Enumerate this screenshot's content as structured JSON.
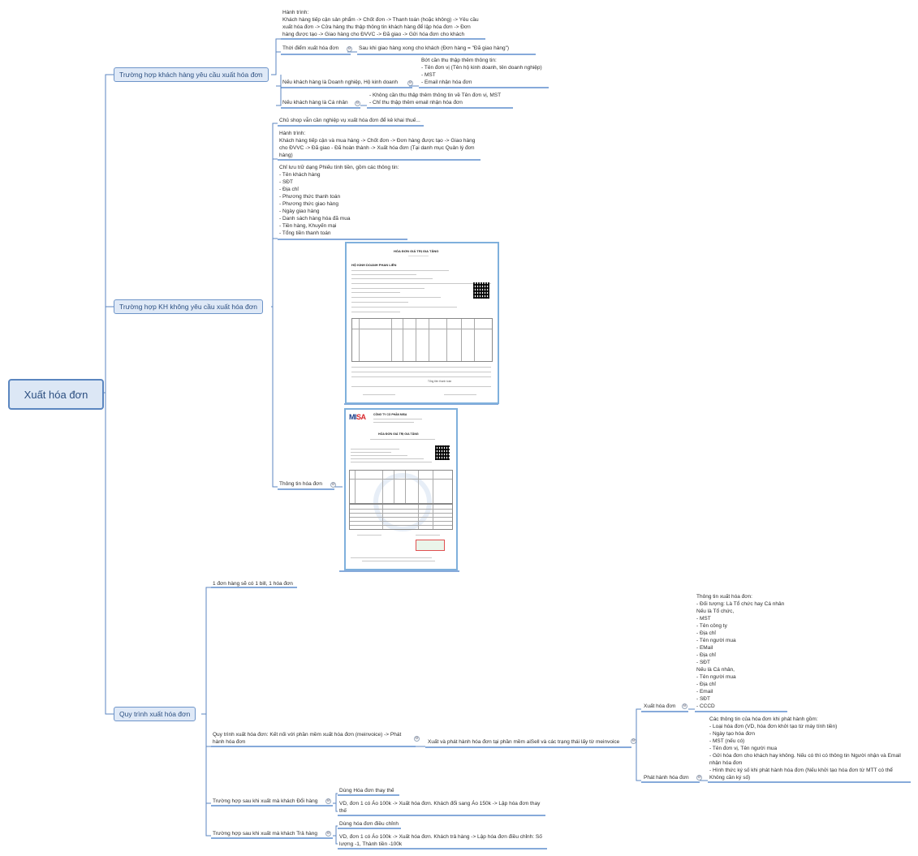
{
  "root": "Xuất hóa đơn",
  "branches": {
    "yeu_cau": "Trường hợp khách hàng yêu cầu xuất hóa đơn",
    "khong_yeu_cau": "Trường hợp KH không yêu cầu xuất hóa đơn",
    "quy_trinh": "Quy trình xuất hóa đơn"
  },
  "yeu_cau": {
    "hanh_trinh": "Hành trình:\nKhách hàng tiếp cận sản phẩm -> Chốt đơn -> Thanh toán (hoặc không) -> Yêu cầu\nxuất hóa đơn -> Cửa hàng thu thập thông tin khách hàng để lập hóa đơn -> Đơn\nhàng được tạo -> Giao hàng cho ĐVVC -> Đã giao -> Gửi hóa đơn cho khách",
    "thoi_diem": "Thời điểm xuất hóa đơn",
    "thoi_diem_value": "Sau khi giao hàng xong cho khách (Đơn hàng = \"Đã giao hàng\")",
    "doanh_nghiep": "Nếu khách hàng là Doanh nghiệp, Hộ kinh doanh",
    "doanh_nghiep_value": "Bớt cần thu thập thêm thông tin:\n- Tên đơn vị (Tên hộ kinh doanh, tên doanh nghiệp)\n- MST\n- Email nhận hóa đơn",
    "ca_nhan": "Nếu khách hàng là Cá nhân",
    "ca_nhan_value": "- Không cần thu thập thêm thông tin về Tên đơn vị, MST\n- Chỉ thu thập thêm email nhận hóa đơn"
  },
  "khong_yeu_cau": {
    "note": "Chủ shop vẫn cần nghiệp vụ xuất hóa đơn để kê khai thuế...",
    "hanh_trinh": "Hành trình:\nKhách hàng tiếp cận và mua hàng -> Chốt đơn -> Đơn hàng được tạo -> Giao hàng\ncho ĐVVC -> Đã giao - Đã hoàn thành -> Xuất hóa đơn (Tại danh mục Quản lý đơn\nhàng)",
    "luu_tru": "Chỉ lưu trữ dạng Phiếu tính tiền, gồm các thông tin:\n- Tên khách hàng\n- SĐT\n- Địa chỉ\n- Phương thức thanh toán\n- Phương thức giao hàng\n- Ngày giao hàng\n- Danh sách hàng hóa đã mua\n- Tiền hàng, Khuyến mại\n- Tổng tiền thanh toán",
    "thong_tin": "Thông tin hóa đơn",
    "invoice1": {
      "title": "HÓA ĐƠN GIÁ TRỊ GIA TĂNG",
      "seller": "HỘ KINH DOANH PHAN LIÊN",
      "total_label": "Tổng tiền thanh toán"
    },
    "invoice2": {
      "logo_main": "MI",
      "logo_accent": "SA",
      "company": "CÔNG TY CỔ PHẦN MISA",
      "title": "HÓA ĐƠN GIÁ TRỊ GIA TĂNG"
    }
  },
  "quy_trinh": {
    "bill": "1 đơn hàng sẽ có 1 bill, 1 hóa đơn",
    "meinvoice": "Quy trình xuất hóa đơn: Kết nối với phần mềm xuất hóa đơn (meinvoice) -> Phát\nhành hóa đơn",
    "aisell": "Xuất và phát hành hóa đơn tại phần mềm aiSell và các trạng thái lấy từ meinvoice",
    "xuat": "Xuất hóa đơn",
    "xuat_value": "Thông tin xuất hóa đơn:\n- Đối tượng: Là Tổ chức hay Cá nhân\nNếu là Tổ chức,\n- MST\n- Tên công ty\n- Địa chỉ\n- Tên người mua\n- EMail\n- Địa chỉ\n- SĐT\nNếu là Cá nhân,\n- Tên người mua\n- Địa chỉ\n- Email\n- SĐT\n- CCCD",
    "phat_hanh": "Phát hành hóa đơn",
    "phat_hanh_value": "Các thông tin của hóa đơn khi phát hành gồm:\n- Loại hóa đơn (VD, hóa đơn khởi tạo từ máy tính tiền)\n- Ngày tạo hóa đơn\n- MST (nếu có)\n- Tên đơn vị, Tên người mua\n- Gửi hóa đơn cho khách hay không. Nếu có thì có thông tin Người nhận và Email\nnhận hóa đơn\n- Hình thức ký số khi phát hành hóa đơn (Nếu khởi tạo hóa đơn từ MTT có thể\nKhông cần ký số)",
    "doi_hang": "Trường hợp sau khi xuất mà khách Đổi hàng",
    "doi_hang_1": "Dùng Hóa đơn thay thế",
    "doi_hang_2": "VD, đơn 1 có Áo 100k -> Xuất hóa đơn. Khách đổi sang Áo 150k -> Lập hóa đơn thay\nthế",
    "tra_hang": "Trường hợp sau khi xuất mà khách Trả hàng",
    "tra_hang_1": "Dùng hóa đơn điều chỉnh",
    "tra_hang_2": "VD, đơn 1 có Áo 100k -> Xuất hóa đơn. Khách trả hàng -> Lập hóa đơn điều chỉnh: Số\nlượng -1, Thành tiền -100k"
  }
}
